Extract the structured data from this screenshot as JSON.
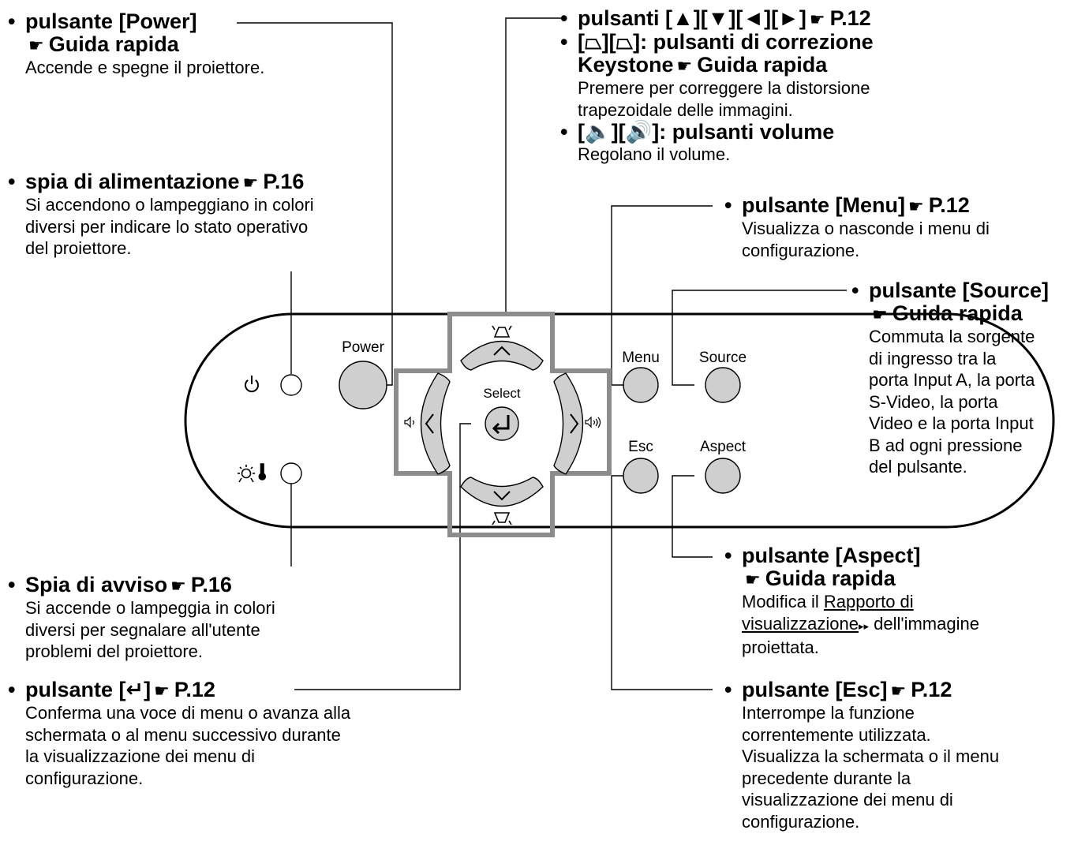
{
  "panel": {
    "power_label": "Power",
    "select_label": "Select",
    "menu_label": "Menu",
    "source_label": "Source",
    "esc_label": "Esc",
    "aspect_label": "Aspect",
    "icons": {
      "power": "power-icon",
      "lamp_temp": "lamp-temperature-icon",
      "enter": "enter-arrow-icon",
      "volume_down": "volume-down-icon",
      "volume_up": "volume-up-icon",
      "keystone_top": "keystone-top-icon",
      "keystone_bottom": "keystone-bottom-icon"
    }
  },
  "callouts": {
    "power": {
      "title": "pulsante [Power]",
      "ref": "Guida rapida",
      "desc": "Accende e spegne il proiettore."
    },
    "power_light": {
      "title": "spia di alimentazione",
      "ref": "P.16",
      "desc": [
        "Si accendono o lampeggiano in colori",
        "diversi per indicare lo stato operativo",
        "del proiettore."
      ]
    },
    "warning_light": {
      "title": "Spia di avviso",
      "ref": "P.16",
      "desc": [
        "Si accende o lampeggia in colori",
        "diversi per segnalare all'utente",
        "problemi del proiettore."
      ]
    },
    "enter": {
      "title": "pulsante [↵]",
      "ref": "P.12",
      "desc": [
        "Conferma una voce di menu o avanza alla",
        "schermata o al menu successivo durante",
        "la visualizzazione dei menu di",
        "configurazione."
      ]
    },
    "arrows": {
      "title": "pulsanti [▲][▼][◄][►]",
      "ref": "P.12"
    },
    "keystone": {
      "title_1": "[⏢][⏢]: pulsanti di correzione",
      "title_2": "Keystone",
      "ref": "Guida rapida",
      "desc": [
        "Premere per correggere la distorsione",
        "trapezoidale delle immagini."
      ]
    },
    "volume": {
      "title": "[🔈][🔊]: pulsanti volume",
      "desc": "Regolano il volume."
    },
    "menu": {
      "title": "pulsante [Menu]",
      "ref": "P.12",
      "desc": [
        "Visualizza o nasconde i menu di",
        "configurazione."
      ]
    },
    "source": {
      "title": "pulsante [Source]",
      "ref": "Guida rapida",
      "desc": [
        "Commuta la sorgente",
        "di ingresso tra la",
        "porta Input A, la porta",
        "S-Video, la porta",
        "Video e la porta Input",
        "B ad ogni pressione",
        "del pulsante."
      ]
    },
    "aspect": {
      "title": "pulsante [Aspect]",
      "ref": "Guida rapida",
      "desc_1": "Modifica il ",
      "link": "Rapporto di visualizzazione",
      "link_marker": "▸▸",
      "desc_2": " dell'immagine proiettata."
    },
    "esc": {
      "title": "pulsante [Esc]",
      "ref": "P.12",
      "desc": [
        "Interrompe la funzione",
        "correntemente utilizzata.",
        "Visualizza la schermata o il menu",
        "precedente durante la",
        "visualizzazione dei menu di",
        "configurazione."
      ]
    }
  }
}
